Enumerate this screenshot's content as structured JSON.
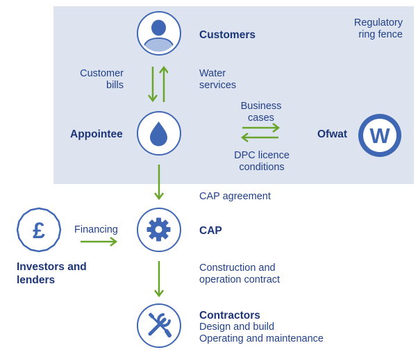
{
  "ring_fence": {
    "label": "Regulatory\nring fence"
  },
  "customers": {
    "label": "Customers",
    "icon": "person-icon"
  },
  "appointee": {
    "label": "Appointee",
    "icon": "water-drop-icon"
  },
  "ofwat": {
    "label": "Ofwat",
    "icon": "ofwat-w-icon",
    "glyph": "W"
  },
  "cap": {
    "label": "CAP",
    "icon": "gear-icon"
  },
  "investors": {
    "label": "Investors and\nlenders",
    "icon": "pound-icon",
    "glyph": "£"
  },
  "contractors": {
    "label": "Contractors",
    "sub1": "Design and build",
    "sub2": "Operating and maintenance",
    "icon": "tools-icon"
  },
  "flows": {
    "customer_bills": "Customer\nbills",
    "water_services": "Water\nservices",
    "business_cases": "Business\ncases",
    "dpc_licence": "DPC licence\nconditions",
    "cap_agreement": "CAP agreement",
    "financing": "Financing",
    "construction": "Construction and\noperation contract"
  },
  "colors": {
    "ring_fence_bg": "#dde4f0",
    "arrow_green": "#6aa52b",
    "icon_blue": "#3f67b3",
    "text_blue": "#22408a"
  }
}
